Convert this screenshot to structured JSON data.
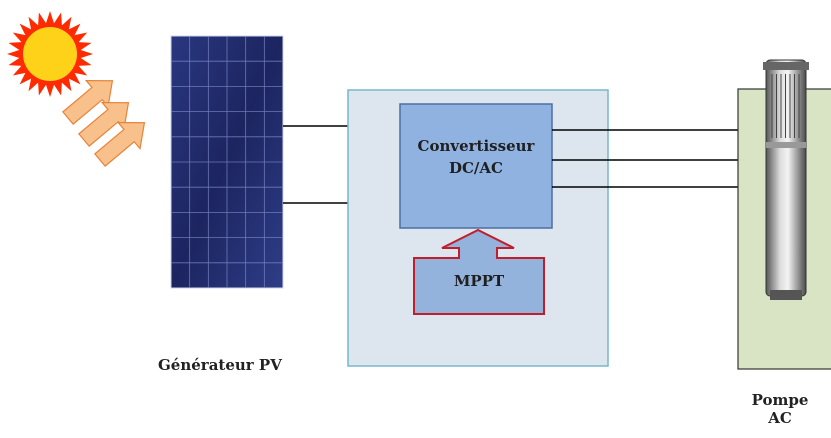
{
  "labels": {
    "generator": "Générateur PV",
    "converter_line1": "Convertisseur",
    "converter_line2": "DC/AC",
    "mppt": "MPPT",
    "pump_line1": "Pompe",
    "pump_line2": "AC"
  },
  "colors": {
    "sun_fill": "#ffd21a",
    "sun_rays": "#ff2a00",
    "light_arrows": "#f8c08a",
    "panel_dark": "#1f2a68",
    "panel_grid": "#7f8bc9",
    "control_box_fill": "#dde6ef",
    "control_box_border": "#76b8c9",
    "converter_fill": "#8fb2e0",
    "converter_border": "#4b6fa3",
    "mppt_fill": "#93b2dc",
    "mppt_border": "#c21d2a",
    "pump_box_fill": "#d8e4c4",
    "wire": "#000000"
  },
  "icons": [
    "sun-icon",
    "light-ray-arrows-icon",
    "solar-panel-image",
    "submersible-pump-image"
  ]
}
